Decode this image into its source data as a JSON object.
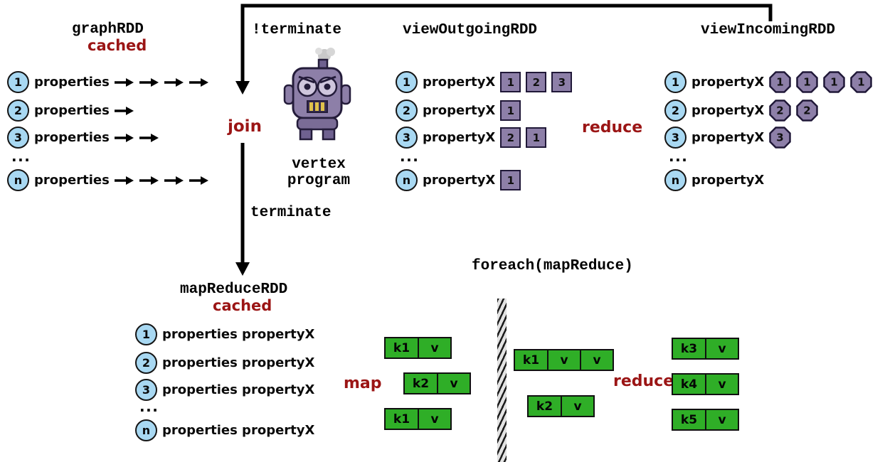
{
  "labels": {
    "not_terminate": "!terminate",
    "terminate": "terminate",
    "join": "join",
    "vertex_program": "vertex program",
    "reduce": "reduce",
    "map": "map",
    "foreach": "foreach(mapReduce)",
    "ellipsis": "..."
  },
  "graph_rdd": {
    "title": "graphRDD",
    "subtitle": "cached",
    "rows": [
      {
        "id": "1",
        "label": "properties",
        "arrows": 4
      },
      {
        "id": "2",
        "label": "properties",
        "arrows": 1
      },
      {
        "id": "3",
        "label": "properties",
        "arrows": 2
      },
      {
        "id": "n",
        "label": "properties",
        "arrows": 4
      }
    ]
  },
  "view_outgoing_rdd": {
    "title": "viewOutgoingRDD",
    "rows": [
      {
        "id": "1",
        "label": "propertyX",
        "squares": [
          "1",
          "2",
          "3"
        ]
      },
      {
        "id": "2",
        "label": "propertyX",
        "squares": [
          "1"
        ]
      },
      {
        "id": "3",
        "label": "propertyX",
        "squares": [
          "2",
          "1"
        ]
      },
      {
        "id": "n",
        "label": "propertyX",
        "squares": [
          "1"
        ]
      }
    ]
  },
  "view_incoming_rdd": {
    "title": "viewIncomingRDD",
    "rows": [
      {
        "id": "1",
        "label": "propertyX",
        "octagons": [
          "1",
          "1",
          "1",
          "1"
        ]
      },
      {
        "id": "2",
        "label": "propertyX",
        "octagons": [
          "2",
          "2"
        ]
      },
      {
        "id": "3",
        "label": "propertyX",
        "octagons": [
          "3"
        ]
      },
      {
        "id": "n",
        "label": "propertyX",
        "octagons": []
      }
    ]
  },
  "map_reduce_rdd": {
    "title": "mapReduceRDD",
    "subtitle": "cached",
    "rows": [
      {
        "id": "1",
        "label": "properties propertyX"
      },
      {
        "id": "2",
        "label": "properties propertyX"
      },
      {
        "id": "3",
        "label": "properties propertyX"
      },
      {
        "id": "n",
        "label": "properties propertyX"
      }
    ]
  },
  "map_stage_output": [
    [
      "k1",
      "v"
    ],
    [
      "k2",
      "v"
    ],
    [
      "k1",
      "v"
    ]
  ],
  "shuffle_groups": [
    [
      "k1",
      "v",
      "v"
    ],
    [
      "k2",
      "v"
    ]
  ],
  "reduce_stage_output": [
    [
      "k3",
      "v"
    ],
    [
      "k4",
      "v"
    ],
    [
      "k5",
      "v"
    ]
  ],
  "colors": {
    "node_fill": "#a8d8f2",
    "purple_fill": "#8d7fa8",
    "green_fill": "#2fae27",
    "accent_red": "#9b1515"
  }
}
